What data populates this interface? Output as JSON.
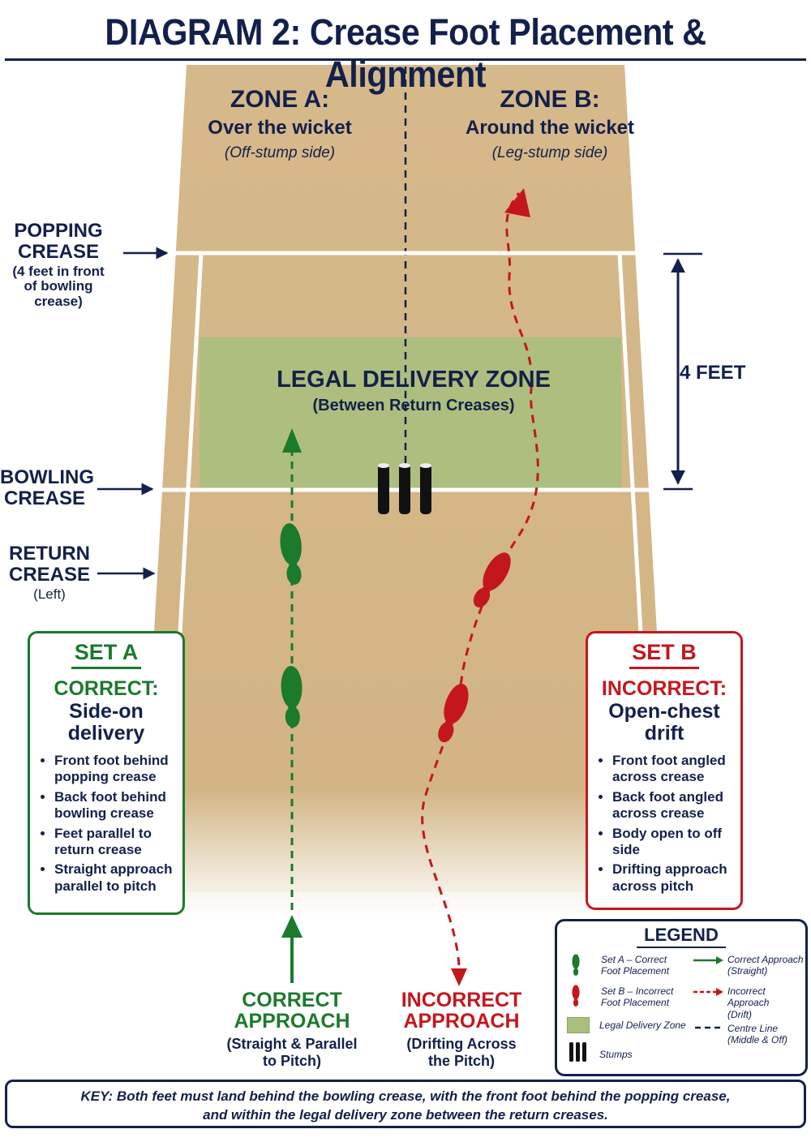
{
  "title": "DIAGRAM 2: Crease Foot Placement & Alignment",
  "zones": {
    "a": {
      "title": "ZONE A:",
      "subtitle": "Over the wicket",
      "note": "(Off-stump side)"
    },
    "b": {
      "title": "ZONE B:",
      "subtitle": "Around the wicket",
      "note": "(Leg-stump side)"
    }
  },
  "labels": {
    "popping": {
      "line1": "POPPING",
      "line2": "CREASE",
      "line3": "(4 feet in front",
      "line4": "of bowling crease)"
    },
    "bowling": {
      "line1": "BOWLING",
      "line2": "CREASE"
    },
    "return": {
      "line1": "RETURN",
      "line2": "CREASE",
      "line3": "(Left)"
    },
    "four_feet": "4 FEET"
  },
  "legal_zone": {
    "title": "LEGAL DELIVERY ZONE",
    "subtitle": "(Between Return Creases)"
  },
  "set_a": {
    "heading": "SET A",
    "status": "CORRECT:",
    "line1": "Side-on",
    "line2": "delivery",
    "bullets": [
      "Front foot behind popping crease",
      "Back foot behind bowling crease",
      "Feet parallel to return crease",
      "Straight approach parallel to pitch"
    ]
  },
  "set_b": {
    "heading": "SET B",
    "status": "INCORRECT:",
    "line1": "Open-chest",
    "line2": "drift",
    "bullets": [
      "Front foot angled across crease",
      "Back foot angled across crease",
      "Body open to off side",
      "Drifting approach across pitch"
    ]
  },
  "approach_correct": {
    "line1": "CORRECT",
    "line2": "APPROACH",
    "line3": "(Straight & Parallel",
    "line4": "to Pitch)"
  },
  "approach_incorrect": {
    "line1": "INCORRECT",
    "line2": "APPROACH",
    "line3": "(Drifting Across",
    "line4": "the Pitch)"
  },
  "legend": {
    "title": "LEGEND",
    "set_a": {
      "line1": "Set A – Correct",
      "line2": "Foot Placement"
    },
    "set_b": {
      "line1": "Set B – Incorrect",
      "line2": "Foot Placement"
    },
    "zone": "Legal Delivery Zone",
    "stumps": "Stumps",
    "correct": {
      "line1": "Correct Approach",
      "line2": "(Straight)"
    },
    "incorrect": {
      "line1": "Incorrect Approach",
      "line2": "(Drift)"
    },
    "centre": {
      "line1": "Centre Line",
      "line2": "(Middle & Off)"
    }
  },
  "key": {
    "line1": "KEY: Both feet must land behind the bowling crease, with the front foot behind the popping crease,",
    "line2": "and within the legal delivery zone between the return creases."
  },
  "colors": {
    "navy": "#13204b",
    "pitch": "#d2b485",
    "legal_zone": "#a9bf7d",
    "correct": "#1b7a2c",
    "incorrect": "#c4171d"
  }
}
